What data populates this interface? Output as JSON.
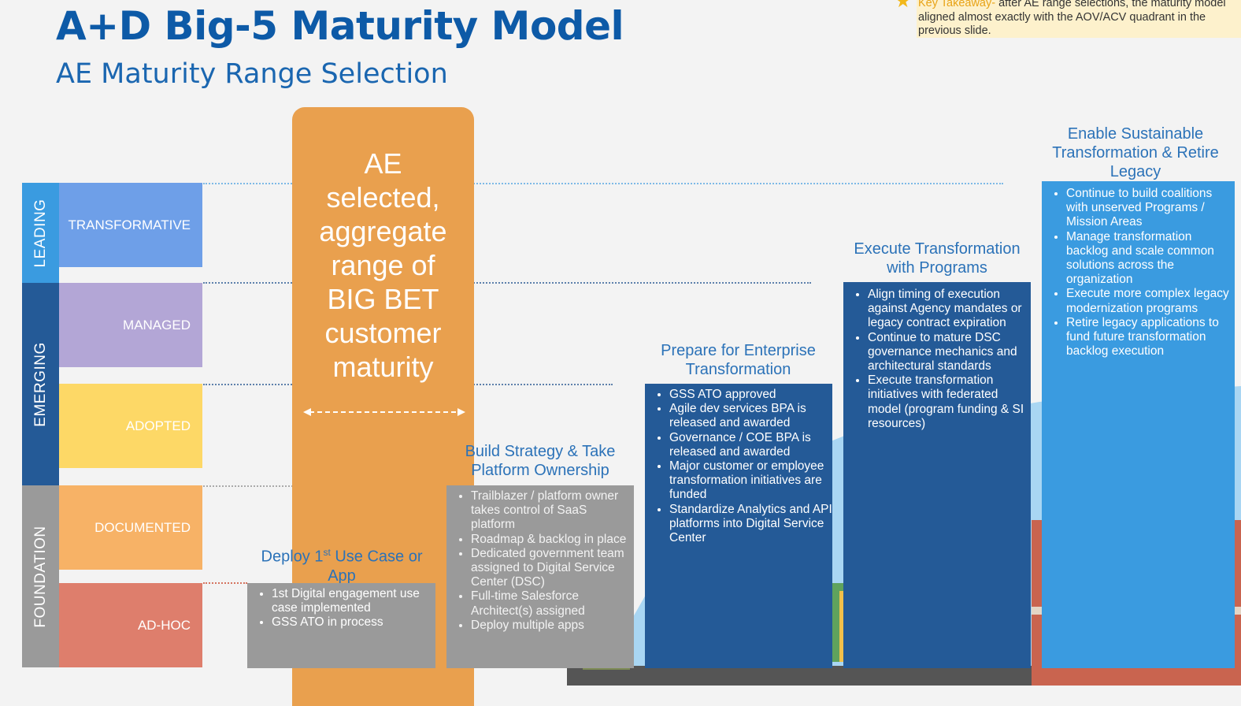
{
  "title": "A+D Big-5 Maturity Model",
  "subtitle": "AE Maturity Range Selection",
  "takeaway": {
    "label": "Key Takeaway-",
    "text": " after AE range selections, the maturity model aligned almost exactly with the AOV/ACV quadrant in the previous slide."
  },
  "categories": [
    {
      "label": "LEADING",
      "color": "#3a9be0"
    },
    {
      "label": "EMERGING",
      "color": "#245a97"
    },
    {
      "label": "FOUNDATION",
      "color": "#9a9a9a"
    }
  ],
  "levels": [
    {
      "label": "TRANSFORMATIVE",
      "color": "#6e9fe8"
    },
    {
      "label": "MANAGED",
      "color": "#b3a6d6"
    },
    {
      "label": "ADOPTED",
      "color": "#fdd866"
    },
    {
      "label": "DOCUMENTED",
      "color": "#f7b266"
    },
    {
      "label": "AD-HOC",
      "color": "#de7e6c"
    }
  ],
  "ae_column": {
    "text": "AE\nselected,\naggregate\nrange of\nBIG BET\ncustomer\nmaturity",
    "color": "#e9a04e"
  },
  "steps": [
    {
      "title": "Deploy 1st Use Case or App",
      "title_main": "Deploy 1",
      "title_sup": "st",
      "title_rest": " Use Case or App",
      "items": [
        "1st Digital engagement use case implemented",
        "GSS ATO in process"
      ]
    },
    {
      "title": "Build Strategy & Take Platform  Ownership",
      "items": [
        "Trailblazer / platform owner takes control of SaaS platform",
        "Roadmap & backlog in place",
        "Dedicated government team assigned to Digital Service Center (DSC)",
        "Full-time Salesforce Architect(s) assigned",
        "Deploy multiple apps"
      ]
    },
    {
      "title": "Prepare for Enterprise Transformation",
      "items": [
        "GSS ATO approved",
        "Agile dev services BPA is released and awarded",
        "Governance  / COE BPA is released and awarded",
        "Major customer or employee transformation initiatives are funded",
        "Standardize Analytics and API platforms into Digital Service Center"
      ]
    },
    {
      "title": "Execute Transformation with Programs",
      "items": [
        "Align timing of execution against Agency mandates or legacy contract expiration",
        "Continue to mature DSC governance mechanics and architectural standards",
        "Execute transformation initiatives with federated model (program funding & SI resources)"
      ]
    },
    {
      "title": "Enable Sustainable Transformation & Retire Legacy",
      "items": [
        "Continue to build coalitions with unserved  Programs / Mission Areas",
        "Manage transformation backlog and scale common solutions across the organization",
        "Execute more complex legacy modernization programs",
        "Retire legacy applications to fund future transformation backlog execution"
      ]
    }
  ]
}
